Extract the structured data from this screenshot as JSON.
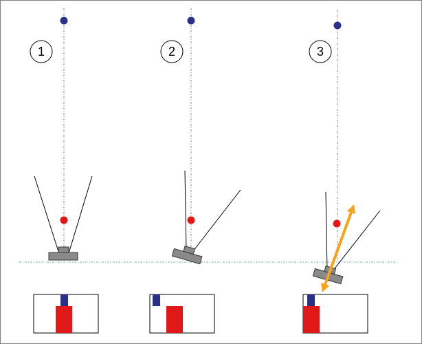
{
  "panels": [
    {
      "label": "1",
      "camera_tilt_deg": 0
    },
    {
      "label": "2",
      "camera_tilt_deg": 16
    },
    {
      "label": "3",
      "camera_tilt_deg": 16,
      "shift_arrow": true
    }
  ],
  "colors": {
    "frame": "#808080",
    "center_line": "#8a8aa0",
    "ground_line": "#6aaccc",
    "blue_dot": "#2b2f8c",
    "red_dot": "#e01818",
    "camera_body": "#8a8a8a",
    "camera_edge": "#333333",
    "view_lines": "#000000",
    "arrow": "#f7a21b",
    "blue_bar": "#2b2f8c",
    "red_block": "#e01818"
  }
}
